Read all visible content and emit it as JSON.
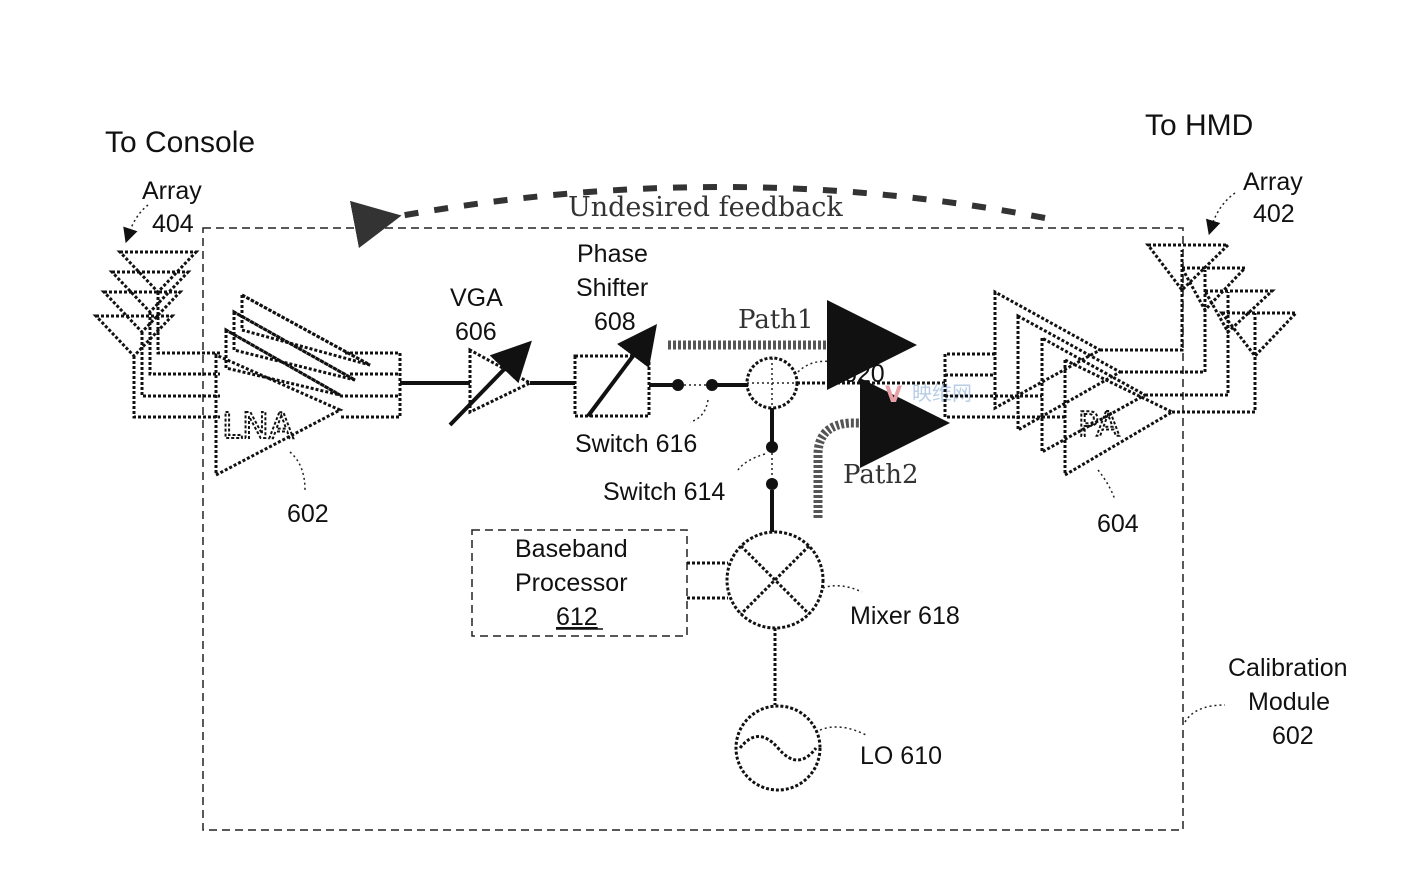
{
  "header": {
    "left_title": "To Console",
    "right_title": "To HMD"
  },
  "arrays": {
    "left": {
      "line1": "Array",
      "line2": "404"
    },
    "right": {
      "line1": "Array",
      "line2": "402"
    }
  },
  "feedback_label": "Undesired feedback",
  "components": {
    "lna": {
      "symbol": "LNA",
      "ref": "602"
    },
    "vga": {
      "line1": "VGA",
      "line2": "606"
    },
    "phase_shifter": {
      "line1": "Phase",
      "line2": "Shifter",
      "line3": "608"
    },
    "switch_616": "Switch 616",
    "switch_614": "Switch 614",
    "combiner_ref": "620",
    "pa": {
      "symbol": "PA",
      "ref": "604"
    },
    "baseband": {
      "line1": "Baseband",
      "line2": "Processor",
      "line3": "612"
    },
    "mixer": "Mixer 618",
    "lo": "LO 610",
    "calibration": {
      "line1": "Calibration",
      "line2": "Module",
      "line3": "602"
    }
  },
  "paths": {
    "path1": "Path1",
    "path2": "Path2"
  },
  "watermark": {
    "logo": "V",
    "text": "映维网"
  }
}
